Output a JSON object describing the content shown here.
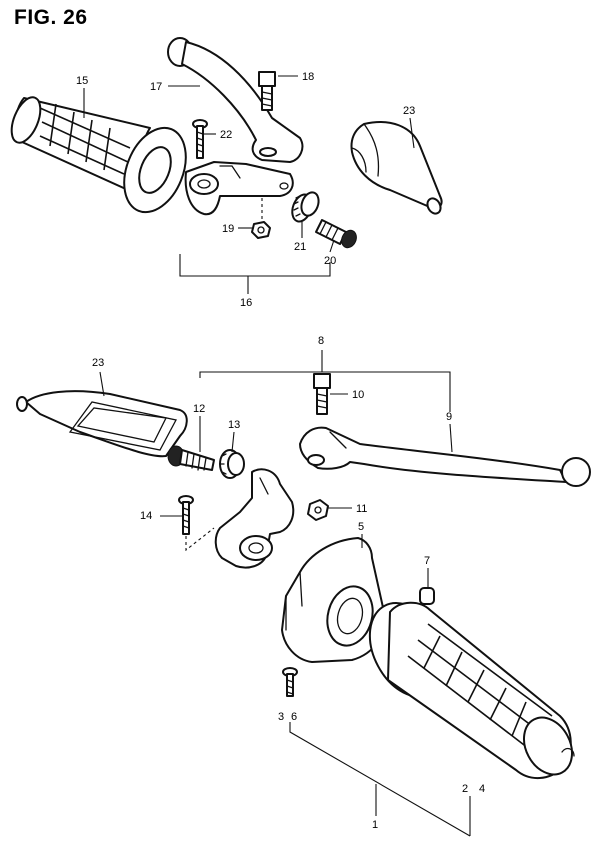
{
  "figure": {
    "title": "FIG. 26"
  },
  "callouts": {
    "c15": "15",
    "c17": "17",
    "c18": "18",
    "c22": "22",
    "c23a": "23",
    "c19": "19",
    "c21": "21",
    "c20": "20",
    "c16": "16",
    "c8": "8",
    "c23b": "23",
    "c10": "10",
    "c12": "12",
    "c9": "9",
    "c13": "13",
    "c14": "14",
    "c11": "11",
    "c5": "5",
    "c7": "7",
    "c3": "3",
    "c6": "6",
    "c2": "2",
    "c4": "4",
    "c1": "1"
  }
}
